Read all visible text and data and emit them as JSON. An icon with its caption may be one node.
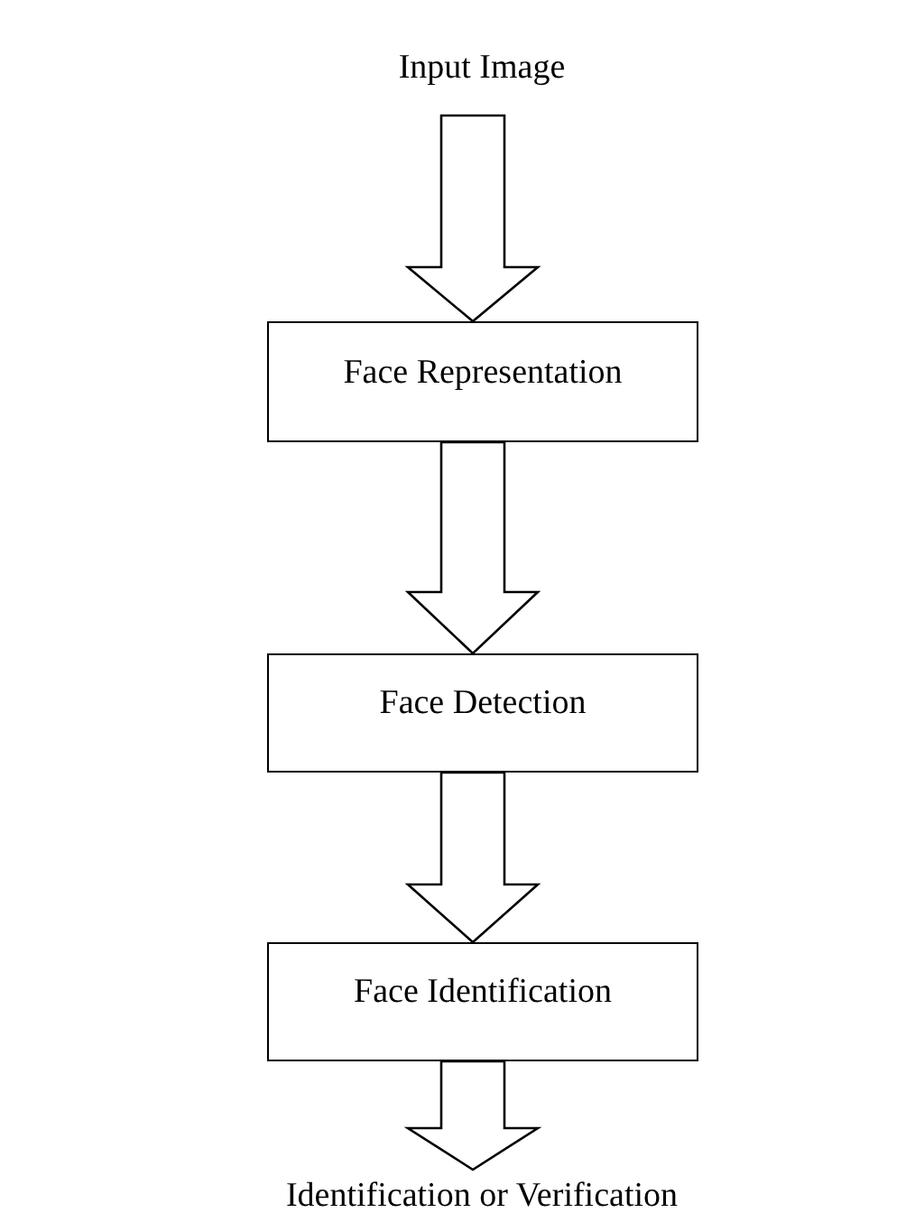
{
  "diagram": {
    "nodes": [
      {
        "text": [
          "Input Image"
        ]
      },
      {
        "text": [
          "Face Representation"
        ]
      },
      {
        "text": [
          "Face Detection"
        ]
      },
      {
        "text": [
          "Face Identification"
        ]
      },
      {
        "text": [
          "Identification or Verification"
        ]
      }
    ],
    "edges": [
      {
        "from": 0,
        "to": 1,
        "arrow": "to"
      },
      {
        "from": 1,
        "to": 2,
        "arrow": "to"
      },
      {
        "from": 2,
        "to": 3,
        "arrow": "to"
      },
      {
        "from": 3,
        "to": 4,
        "arrow": "to"
      }
    ]
  }
}
